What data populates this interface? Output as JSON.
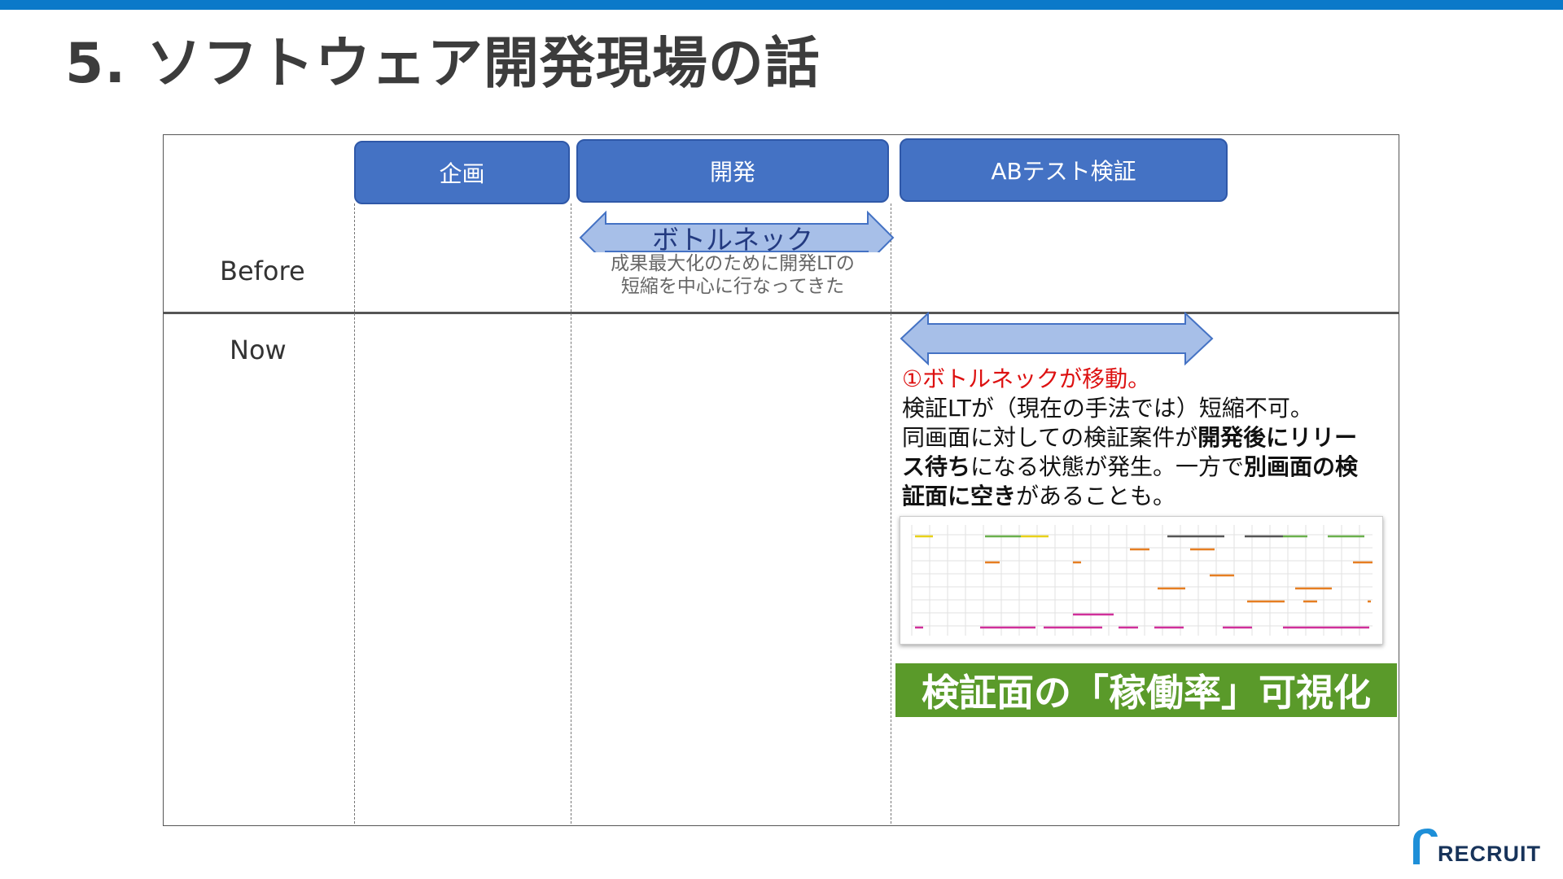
{
  "title": "5. ソフトウェア開発現場の話",
  "phases": [
    "企画",
    "開発",
    "ABテスト検証"
  ],
  "rows": {
    "before": "Before",
    "now": "Now"
  },
  "before_bottleneck": {
    "label": "ボトルネック",
    "note_line1": "成果最大化のために開発LTの",
    "note_line2": "短縮を中心に行なってきた"
  },
  "now_notes": {
    "line1_red": "①ボトルネックが移動。",
    "line2": "検証LTが（現在の手法では）短縮不可。",
    "line3_a": "同画面に対しての検証案件が",
    "line3_b": "開発後にリリー",
    "line4_a": "ス待ち",
    "line4_b": "になる状態が発生。一方で",
    "line4_c": "別画面の検",
    "line5_a": "証面に空き",
    "line5_b": "があることも。"
  },
  "banner": "検証面の「稼働率」可視化",
  "logo": "RECRUIT",
  "colors": {
    "topbar": "#0b79c9",
    "phase_box": "#4472c4",
    "arrow_fill": "#a7bfe8",
    "arrow_stroke": "#4472c4",
    "red_text": "#dd1111",
    "banner_green": "#5a9a2a",
    "logo_navy": "#17335a"
  }
}
